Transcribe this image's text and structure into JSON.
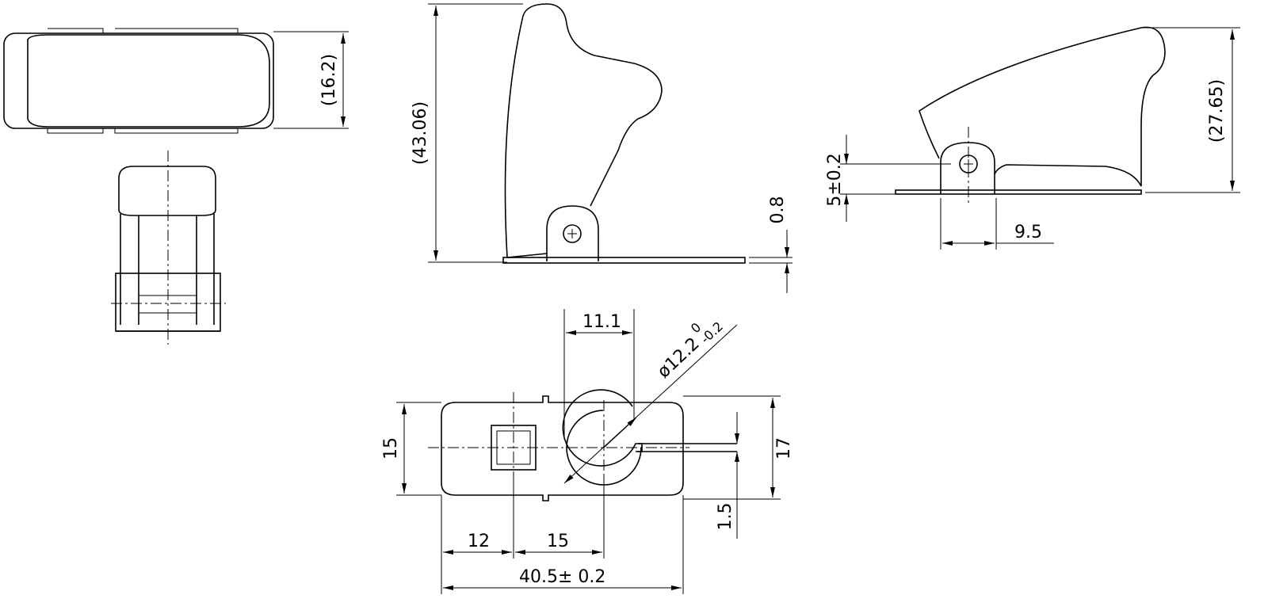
{
  "dimensions": {
    "top_view_width": "(16.2)",
    "side_height": "(43.06)",
    "plate_thickness": "0.8",
    "closed_height": "(27.65)",
    "pivot_height": "5±0.2",
    "pivot_offset": "9.5",
    "hole_offset": "11.1",
    "diameter": "ø12.2",
    "diameter_upper_tol": "0",
    "diameter_lower_tol": "-0.2",
    "plate_width": "15",
    "total_width": "17",
    "slot_width": "1.5",
    "square_offset": "12",
    "hole_center_offset": "15",
    "total_length": "40.5± 0.2"
  }
}
